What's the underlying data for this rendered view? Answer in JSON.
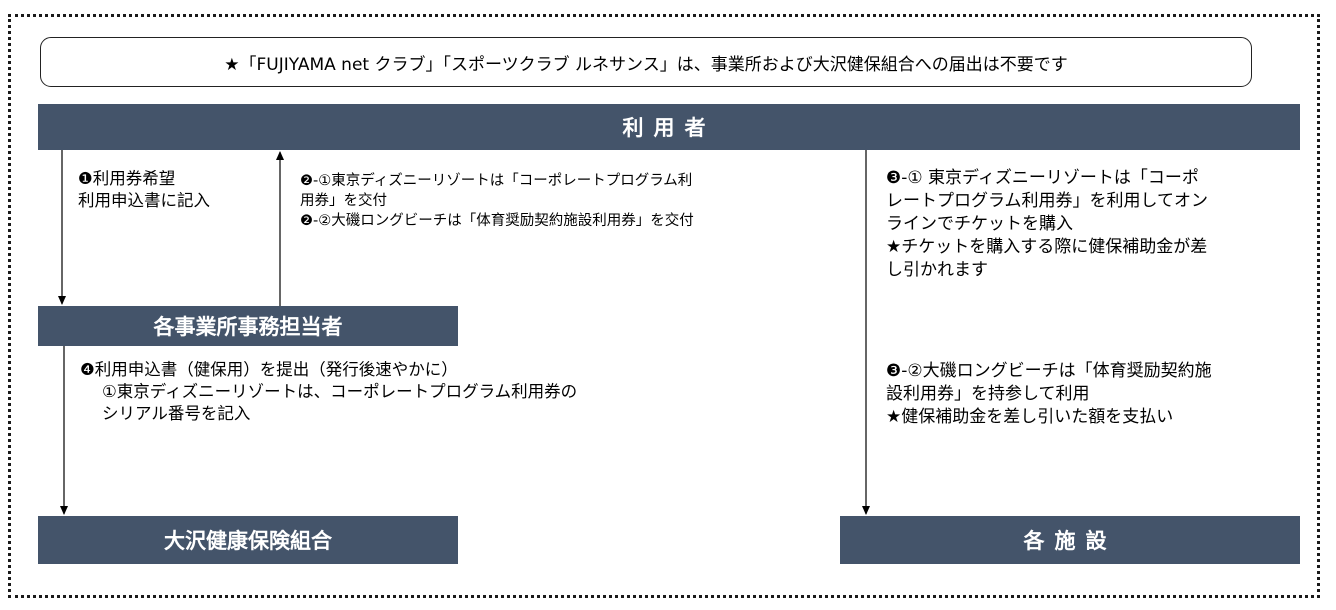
{
  "notice": {
    "text": "★「FUJIYAMA net クラブ」「スポーツクラブ ルネサンス」は、事業所および大沢健保組合への届出は不要です"
  },
  "nodes": {
    "user": "利用者",
    "office": "各事業所事務担当者",
    "union": "大沢健康保険組合",
    "facility": "各施設"
  },
  "steps": {
    "step1": [
      "❶利用券希望",
      "利用申込書に記入"
    ],
    "step2": [
      "❷-①東京ディズニーリゾートは「コーポレートプログラム利",
      "用券」を交付",
      "❷-②大磯ロングビーチは「体育奨励契約施設利用券」を交付"
    ],
    "step3_1": [
      "❸-① 東京ディズニーリゾートは「コーポ",
      "レートプログラム利用券」を利用してオン",
      "ラインでチケットを購入",
      "★チケットを購入する際に健保補助金が差",
      "し引かれます"
    ],
    "step4": [
      "❹利用申込書（健保用）を提出（発行後速やかに）",
      "①東京ディズニーリゾートは、コーポレートプログラム利用券の",
      "シリアル番号を記入"
    ],
    "step3_2": [
      "❸-②大磯ロングビーチは「体育奨励契約施",
      "設利用券」を持参して利用",
      "★健保補助金を差し引いた額を支払い"
    ]
  },
  "colors": {
    "bar_fill": "#44546a",
    "bar_text": "#ffffff"
  }
}
